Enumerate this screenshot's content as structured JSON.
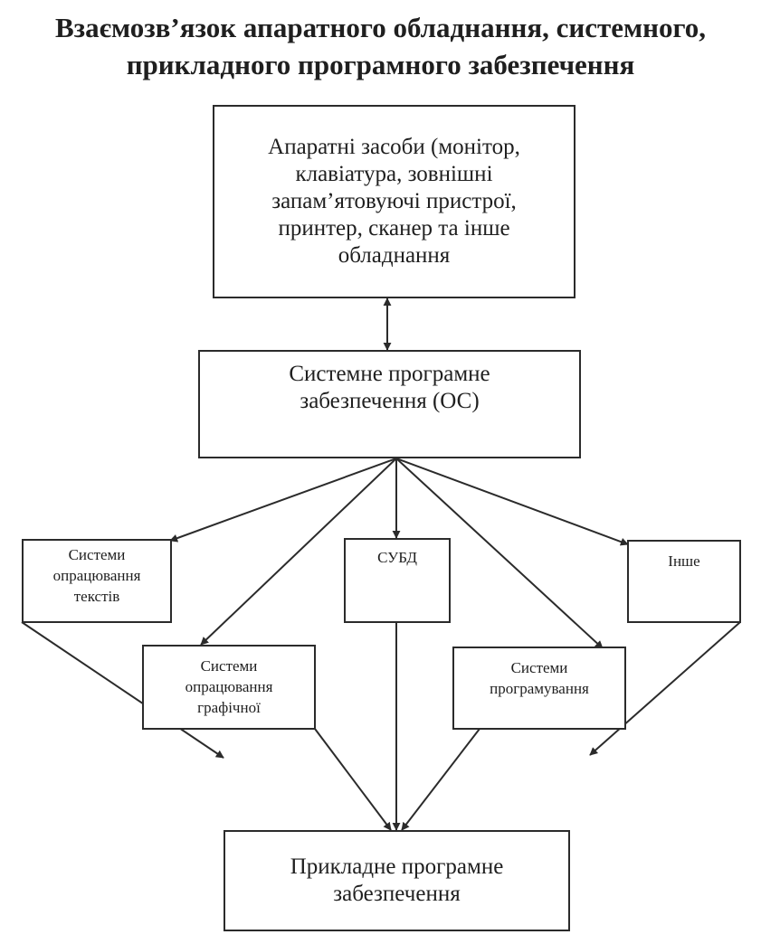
{
  "title": {
    "line1": "Взаємозв’язок апаратного обладнання, системного,",
    "line2": "прикладного програмного забезпечення"
  },
  "boxes": {
    "hardware": {
      "lines": [
        "Апаратні засоби (монітор,",
        "клавіатура, зовнішні",
        "запам’ятовуючі пристрої,",
        "принтер, сканер та інше",
        "обладнання"
      ]
    },
    "system_software": {
      "lines": [
        "Системне програмне",
        "забезпечення (ОС)"
      ]
    },
    "text_processing": {
      "lines": [
        "Системи",
        "опрацювання",
        "текстів"
      ]
    },
    "graphics_processing": {
      "lines": [
        "Системи",
        "опрацювання",
        "графічної"
      ]
    },
    "dbms": {
      "lines": [
        "СУБД"
      ]
    },
    "programming_systems": {
      "lines": [
        "Системи",
        "програмування"
      ]
    },
    "other": {
      "lines": [
        "Інше"
      ]
    },
    "application_software": {
      "lines": [
        "Прикладне програмне",
        "забезпечення"
      ]
    }
  },
  "colors": {
    "line": "#2b2b2b",
    "text": "#1f1f1f",
    "background": "#ffffff"
  }
}
